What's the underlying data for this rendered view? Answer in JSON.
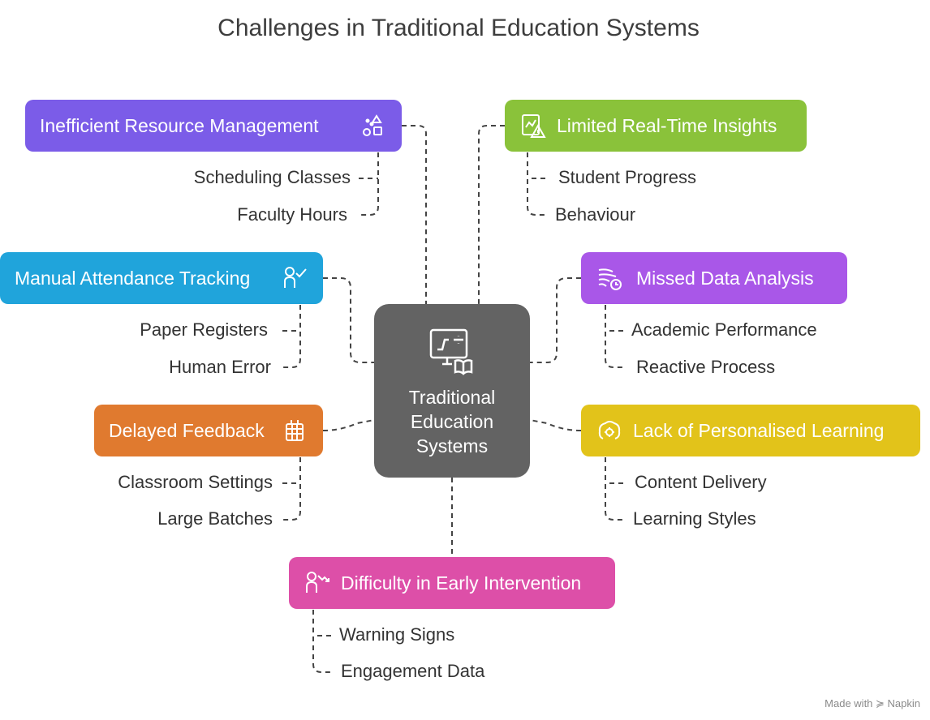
{
  "title": "Challenges in Traditional Education Systems",
  "center": {
    "line1": "Traditional",
    "line2": "Education",
    "line3": "Systems",
    "icon": "lesson-board-icon"
  },
  "colors": {
    "purple": "#7b5ce8",
    "green": "#8ac23a",
    "blue": "#20a4db",
    "violet": "#a957e8",
    "orange": "#e07a2f",
    "yellow": "#e2c31a",
    "pink": "#dd4fa8",
    "center": "#636363"
  },
  "branches": [
    {
      "id": "resource",
      "label": "Inefficient Resource Management",
      "icon": "shapes-icon",
      "items": [
        "Scheduling Classes",
        "Faculty Hours"
      ]
    },
    {
      "id": "insights",
      "label": "Limited Real-Time Insights",
      "icon": "chart-warning-icon",
      "items": [
        "Student Progress",
        "Behaviour"
      ]
    },
    {
      "id": "attendance",
      "label": "Manual Attendance Tracking",
      "icon": "person-check-icon",
      "items": [
        "Paper Registers",
        "Human Error"
      ]
    },
    {
      "id": "analysis",
      "label": "Missed Data Analysis",
      "icon": "wind-clock-icon",
      "items": [
        "Academic Performance",
        "Reactive Process"
      ]
    },
    {
      "id": "feedback",
      "label": "Delayed Feedback",
      "icon": "calendar-grid-icon",
      "items": [
        "Classroom Settings",
        "Large Batches"
      ]
    },
    {
      "id": "personal",
      "label": "Lack of Personalised Learning",
      "icon": "brain-gear-icon",
      "items": [
        "Content Delivery",
        "Learning Styles"
      ]
    },
    {
      "id": "intervention",
      "label": "Difficulty in Early Intervention",
      "icon": "person-decline-icon",
      "items": [
        "Warning Signs",
        "Engagement Data"
      ]
    }
  ],
  "credit": "Made with ≽ Napkin"
}
